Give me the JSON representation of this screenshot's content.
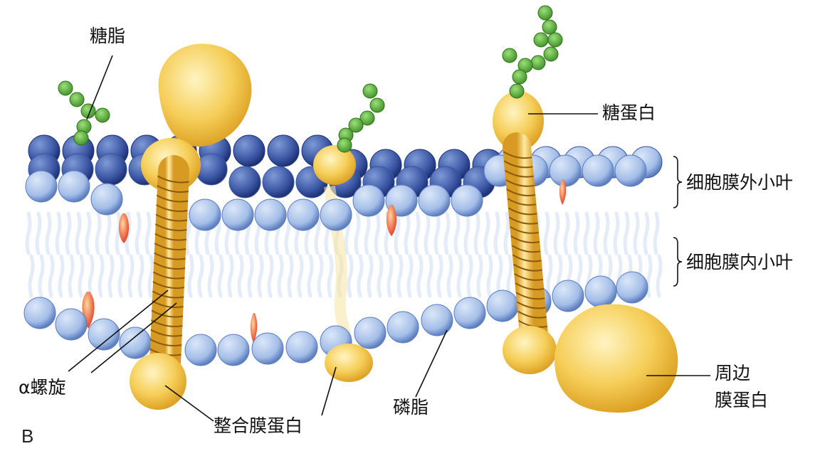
{
  "figure": {
    "panel_letter": "B",
    "labels": {
      "glycolipid": "糖脂",
      "glycoprotein": "糖蛋白",
      "outer_leaflet": "细胞膜外小叶",
      "inner_leaflet": "细胞膜内小叶",
      "alpha_helix": "α螺旋",
      "integral_protein": "整合膜蛋白",
      "phospholipid": "磷脂",
      "peripheral_protein_line1": "周边",
      "peripheral_protein_line2": "膜蛋白"
    }
  },
  "colors": {
    "head_light": "#a9c3ea",
    "head_dark": "#3c5aa6",
    "protein": "#f3c347",
    "protein_light": "#ffe9a0",
    "sugar": "#5ab03c",
    "cholesterol": "#e8452a",
    "tail": "#d4e2f4"
  }
}
